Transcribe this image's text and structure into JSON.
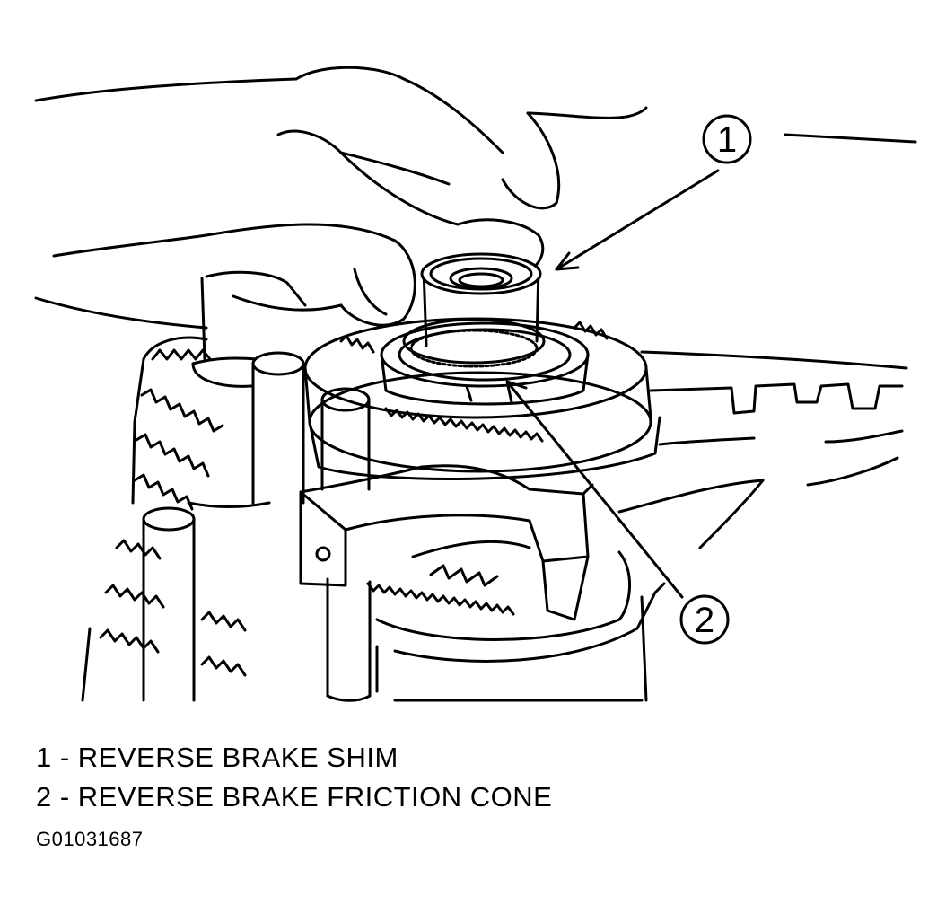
{
  "callouts": [
    {
      "number": "1"
    },
    {
      "number": "2"
    }
  ],
  "legend": [
    {
      "text": "1 - REVERSE BRAKE SHIM"
    },
    {
      "text": "2 - REVERSE BRAKE FRICTION CONE"
    }
  ],
  "figure_id": "G01031687",
  "colors": {
    "ink": "#000000",
    "paper": "#ffffff",
    "shade": "#d9d9d9"
  }
}
